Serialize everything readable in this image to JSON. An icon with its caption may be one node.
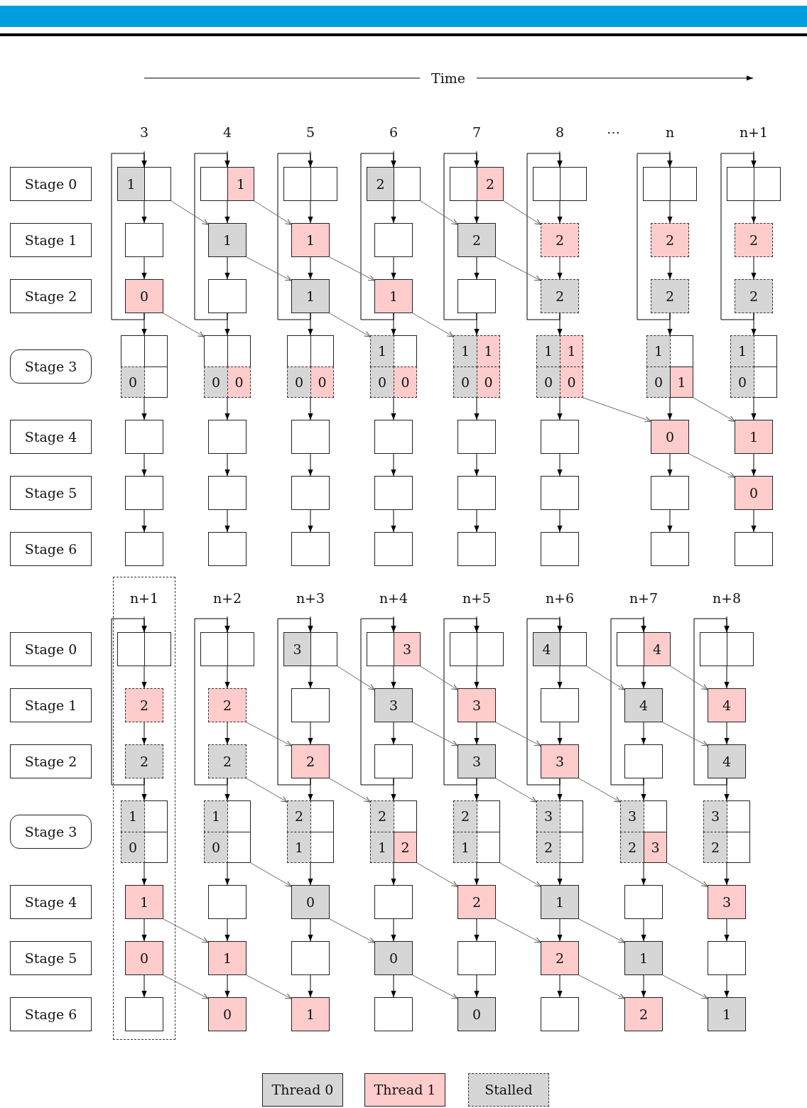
{
  "diagram": {
    "nodes": [
      {
        "text": [
          "Stage 0"
        ]
      },
      {
        "text": [
          "Stage 1"
        ]
      },
      {
        "text": [
          "Stage 2"
        ]
      },
      {
        "text": [
          "Stage 3"
        ]
      },
      {
        "text": [
          "Stage 4"
        ]
      },
      {
        "text": [
          "Stage 5"
        ]
      },
      {
        "text": [
          "Stage 6"
        ]
      },
      {
        "text": [],
        "shape": "box"
      },
      {
        "text": [
          "1"
        ],
        "in": 7
      },
      {
        "text": [],
        "shape": "box"
      },
      {
        "text": [
          "0"
        ]
      },
      {
        "text": [],
        "shape": "box"
      },
      {
        "text": [
          "0"
        ],
        "in": 11
      },
      {
        "text": [],
        "shape": "box"
      },
      {
        "text": [],
        "shape": "box"
      },
      {
        "text": [],
        "shape": "box"
      },
      {
        "text": [],
        "shape": "box"
      },
      {
        "text": [
          "1"
        ],
        "in": 16
      },
      {
        "text": [
          "1"
        ]
      },
      {
        "text": [],
        "shape": "box"
      },
      {
        "text": [],
        "shape": "box"
      },
      {
        "text": [
          "0"
        ],
        "in": 20
      },
      {
        "text": [
          "0"
        ],
        "in": 20
      },
      {
        "text": [],
        "shape": "box"
      },
      {
        "text": [],
        "shape": "box"
      },
      {
        "text": [],
        "shape": "box"
      },
      {
        "text": [],
        "shape": "box"
      },
      {
        "text": [
          "1"
        ]
      },
      {
        "text": [
          "1"
        ]
      },
      {
        "text": [],
        "shape": "box"
      },
      {
        "text": [
          "0"
        ],
        "in": 29
      },
      {
        "text": [
          "0"
        ],
        "in": 29
      },
      {
        "text": [],
        "shape": "box"
      },
      {
        "text": [],
        "shape": "box"
      },
      {
        "text": [],
        "shape": "box"
      },
      {
        "text": [],
        "shape": "box"
      },
      {
        "text": [
          "2"
        ],
        "in": 35
      },
      {
        "text": [],
        "shape": "box"
      },
      {
        "text": [
          "1"
        ]
      },
      {
        "text": [],
        "shape": "box"
      },
      {
        "text": [
          "1"
        ],
        "in": 39
      },
      {
        "text": [
          "0"
        ],
        "in": 39
      },
      {
        "text": [
          "0"
        ],
        "in": 39
      },
      {
        "text": [],
        "shape": "box"
      },
      {
        "text": [],
        "shape": "box"
      },
      {
        "text": [],
        "shape": "box"
      },
      {
        "text": [],
        "shape": "box"
      },
      {
        "text": [
          "2"
        ],
        "in": 46
      },
      {
        "text": [
          "2"
        ]
      },
      {
        "text": [],
        "shape": "box"
      },
      {
        "text": [],
        "shape": "box"
      },
      {
        "text": [
          "1"
        ],
        "in": 50
      },
      {
        "text": [
          "1"
        ],
        "in": 50
      },
      {
        "text": [
          "0"
        ],
        "in": 50
      },
      {
        "text": [
          "0"
        ],
        "in": 50
      },
      {
        "text": [],
        "shape": "box"
      },
      {
        "text": [],
        "shape": "box"
      },
      {
        "text": [],
        "shape": "box"
      },
      {
        "text": [],
        "shape": "box"
      },
      {
        "text": [
          "2"
        ]
      },
      {
        "text": [
          "2"
        ]
      },
      {
        "text": [],
        "shape": "box"
      },
      {
        "text": [
          "1"
        ],
        "in": 61
      },
      {
        "text": [
          "1"
        ],
        "in": 61
      },
      {
        "text": [
          "0"
        ],
        "in": 61
      },
      {
        "text": [
          "0"
        ],
        "in": 61
      },
      {
        "text": [],
        "shape": "box"
      },
      {
        "text": [],
        "shape": "box"
      },
      {
        "text": [],
        "shape": "box"
      },
      {
        "text": [],
        "shape": "box"
      },
      {
        "text": [
          "2"
        ]
      },
      {
        "text": [
          "2"
        ]
      },
      {
        "text": [],
        "shape": "box"
      },
      {
        "text": [
          "1"
        ],
        "in": 72
      },
      {
        "text": [
          "0"
        ],
        "in": 72
      },
      {
        "text": [
          "1"
        ],
        "in": 72
      },
      {
        "text": [
          "0"
        ]
      },
      {
        "text": [],
        "shape": "box"
      },
      {
        "text": [],
        "shape": "box"
      },
      {
        "text": [],
        "shape": "box"
      },
      {
        "text": [
          "2"
        ]
      },
      {
        "text": [
          "2"
        ]
      },
      {
        "text": [],
        "shape": "box"
      },
      {
        "text": [
          "1"
        ],
        "in": 82
      },
      {
        "text": [
          "0"
        ],
        "in": 82
      },
      {
        "text": [
          "1"
        ]
      },
      {
        "text": [
          "0"
        ]
      },
      {
        "text": [],
        "shape": "box"
      },
      {
        "text": [
          "Stage 0"
        ]
      },
      {
        "text": [
          "Stage 1"
        ]
      },
      {
        "text": [
          "Stage 2"
        ]
      },
      {
        "text": [
          "Stage 3"
        ]
      },
      {
        "text": [
          "Stage 4"
        ]
      },
      {
        "text": [
          "Stage 5"
        ]
      },
      {
        "text": [
          "Stage 6"
        ]
      },
      {
        "text": [
          "n+1"
        ]
      },
      {
        "text": [],
        "shape": "box",
        "in": 95
      },
      {
        "text": [
          "2"
        ],
        "in": 95
      },
      {
        "text": [
          "2"
        ],
        "in": 95
      },
      {
        "text": [],
        "shape": "box",
        "in": 95
      },
      {
        "text": [
          "1"
        ],
        "in": 99
      },
      {
        "text": [
          "0"
        ],
        "in": 99
      },
      {
        "text": [
          "1"
        ],
        "in": 95
      },
      {
        "text": [
          "0"
        ],
        "in": 95
      },
      {
        "text": [],
        "shape": "box",
        "in": 95
      },
      {
        "text": [],
        "shape": "box"
      },
      {
        "text": [
          "2"
        ]
      },
      {
        "text": [
          "2"
        ]
      },
      {
        "text": [],
        "shape": "box"
      },
      {
        "text": [
          "1"
        ],
        "in": 108
      },
      {
        "text": [
          "0"
        ],
        "in": 108
      },
      {
        "text": [],
        "shape": "box"
      },
      {
        "text": [
          "1"
        ]
      },
      {
        "text": [
          "0"
        ]
      },
      {
        "text": [],
        "shape": "box"
      },
      {
        "text": [
          "3"
        ],
        "in": 114
      },
      {
        "text": [],
        "shape": "box"
      },
      {
        "text": [
          "2"
        ]
      },
      {
        "text": [],
        "shape": "box"
      },
      {
        "text": [
          "2"
        ],
        "in": 118
      },
      {
        "text": [
          "1"
        ],
        "in": 118
      },
      {
        "text": [
          "0"
        ]
      },
      {
        "text": [],
        "shape": "box"
      },
      {
        "text": [
          "1"
        ]
      },
      {
        "text": [],
        "shape": "box"
      },
      {
        "text": [
          "3"
        ],
        "in": 124
      },
      {
        "text": [
          "3"
        ]
      },
      {
        "text": [],
        "shape": "box"
      },
      {
        "text": [],
        "shape": "box"
      },
      {
        "text": [
          "2"
        ],
        "in": 128
      },
      {
        "text": [
          "1"
        ],
        "in": 128
      },
      {
        "text": [
          "2"
        ],
        "in": 128
      },
      {
        "text": [],
        "shape": "box"
      },
      {
        "text": [
          "0"
        ]
      },
      {
        "text": [],
        "shape": "box"
      },
      {
        "text": [],
        "shape": "box"
      },
      {
        "text": [
          "3"
        ]
      },
      {
        "text": [
          "3"
        ]
      },
      {
        "text": [],
        "shape": "box"
      },
      {
        "text": [
          "2"
        ],
        "in": 138
      },
      {
        "text": [
          "1"
        ],
        "in": 138
      },
      {
        "text": [
          "2"
        ]
      },
      {
        "text": [],
        "shape": "box"
      },
      {
        "text": [
          "0"
        ]
      },
      {
        "text": [],
        "shape": "box"
      },
      {
        "text": [
          "4"
        ],
        "in": 144
      },
      {
        "text": [],
        "shape": "box"
      },
      {
        "text": [
          "3"
        ]
      },
      {
        "text": [],
        "shape": "box"
      },
      {
        "text": [
          "3"
        ],
        "in": 148
      },
      {
        "text": [
          "2"
        ],
        "in": 148
      },
      {
        "text": [
          "1"
        ]
      },
      {
        "text": [
          "2"
        ]
      },
      {
        "text": [],
        "shape": "box"
      },
      {
        "text": [],
        "shape": "box"
      },
      {
        "text": [
          "4"
        ],
        "in": 154
      },
      {
        "text": [
          "4"
        ]
      },
      {
        "text": [],
        "shape": "box"
      },
      {
        "text": [],
        "shape": "box"
      },
      {
        "text": [
          "3"
        ],
        "in": 158
      },
      {
        "text": [
          "2"
        ],
        "in": 158
      },
      {
        "text": [
          "3"
        ],
        "in": 158
      },
      {
        "text": [],
        "shape": "box"
      },
      {
        "text": [
          "1"
        ]
      },
      {
        "text": [
          "2"
        ]
      },
      {
        "text": [],
        "shape": "box"
      },
      {
        "text": [
          "4"
        ]
      },
      {
        "text": [
          "4"
        ]
      },
      {
        "text": [],
        "shape": "box"
      },
      {
        "text": [
          "3"
        ],
        "in": 168
      },
      {
        "text": [
          "2"
        ],
        "in": 168
      },
      {
        "text": [
          "3"
        ]
      },
      {
        "text": [],
        "shape": "box"
      },
      {
        "text": [
          "1"
        ]
      }
    ],
    "edges": [
      {
        "from": null,
        "to": 7,
        "arrow": "to"
      },
      {
        "from": 7,
        "to": 9,
        "arrow": "to"
      },
      {
        "from": 9,
        "to": 10,
        "arrow": "to"
      },
      {
        "from": 10,
        "to": 11,
        "arrow": "to"
      },
      {
        "from": 11,
        "to": 13,
        "arrow": "to"
      },
      {
        "from": 13,
        "to": 14,
        "arrow": "to"
      },
      {
        "from": 14,
        "to": 15,
        "arrow": "to"
      },
      {
        "from": 10,
        "to": 7,
        "arrow": "to"
      },
      {
        "from": null,
        "to": 16,
        "arrow": "to"
      },
      {
        "from": 16,
        "to": 18,
        "arrow": "to"
      },
      {
        "from": 18,
        "to": 19,
        "arrow": "to"
      },
      {
        "from": 19,
        "to": 20,
        "arrow": "to"
      },
      {
        "from": 20,
        "to": 23,
        "arrow": "to"
      },
      {
        "from": 23,
        "to": 24,
        "arrow": "to"
      },
      {
        "from": 24,
        "to": 25,
        "arrow": "to"
      },
      {
        "from": 19,
        "to": 16,
        "arrow": "to"
      },
      {
        "from": null,
        "to": 26,
        "arrow": "to"
      },
      {
        "from": 26,
        "to": 27,
        "arrow": "to"
      },
      {
        "from": 27,
        "to": 28,
        "arrow": "to"
      },
      {
        "from": 28,
        "to": 29,
        "arrow": "to"
      },
      {
        "from": 29,
        "to": 32,
        "arrow": "to"
      },
      {
        "from": 32,
        "to": 33,
        "arrow": "to"
      },
      {
        "from": 33,
        "to": 34,
        "arrow": "to"
      },
      {
        "from": 28,
        "to": 26,
        "arrow": "to"
      },
      {
        "from": null,
        "to": 35,
        "arrow": "to"
      },
      {
        "from": 35,
        "to": 37,
        "arrow": "to"
      },
      {
        "from": 37,
        "to": 38,
        "arrow": "to"
      },
      {
        "from": 38,
        "to": 39,
        "arrow": "to"
      },
      {
        "from": 39,
        "to": 43,
        "arrow": "to"
      },
      {
        "from": 43,
        "to": 44,
        "arrow": "to"
      },
      {
        "from": 44,
        "to": 45,
        "arrow": "to"
      },
      {
        "from": 38,
        "to": 35,
        "arrow": "to"
      },
      {
        "from": null,
        "to": 46,
        "arrow": "to"
      },
      {
        "from": 46,
        "to": 48,
        "arrow": "to"
      },
      {
        "from": 48,
        "to": 49,
        "arrow": "to"
      },
      {
        "from": 49,
        "to": 50,
        "arrow": "to"
      },
      {
        "from": 50,
        "to": 55,
        "arrow": "to"
      },
      {
        "from": 55,
        "to": 56,
        "arrow": "to"
      },
      {
        "from": 56,
        "to": 57,
        "arrow": "to"
      },
      {
        "from": 49,
        "to": 46,
        "arrow": "to"
      },
      {
        "from": null,
        "to": 58,
        "arrow": "to"
      },
      {
        "from": 58,
        "to": 59,
        "arrow": "to"
      },
      {
        "from": 59,
        "to": 60,
        "arrow": "to"
      },
      {
        "from": 60,
        "to": 61,
        "arrow": "to"
      },
      {
        "from": 61,
        "to": 66,
        "arrow": "to"
      },
      {
        "from": 66,
        "to": 67,
        "arrow": "to"
      },
      {
        "from": 67,
        "to": 68,
        "arrow": "to"
      },
      {
        "from": 60,
        "to": 58,
        "arrow": "to"
      },
      {
        "from": null,
        "to": 69,
        "arrow": "to"
      },
      {
        "from": 69,
        "to": 70,
        "arrow": "to"
      },
      {
        "from": 70,
        "to": 71,
        "arrow": "to"
      },
      {
        "from": 71,
        "to": 72,
        "arrow": "to"
      },
      {
        "from": 72,
        "to": 76,
        "arrow": "to"
      },
      {
        "from": 76,
        "to": 77,
        "arrow": "to"
      },
      {
        "from": 77,
        "to": 78,
        "arrow": "to"
      },
      {
        "from": 71,
        "to": 69,
        "arrow": "to"
      },
      {
        "from": null,
        "to": 79,
        "arrow": "to"
      },
      {
        "from": 79,
        "to": 80,
        "arrow": "to"
      },
      {
        "from": 80,
        "to": 81,
        "arrow": "to"
      },
      {
        "from": 81,
        "to": 82,
        "arrow": "to"
      },
      {
        "from": 82,
        "to": 85,
        "arrow": "to"
      },
      {
        "from": 85,
        "to": 86,
        "arrow": "to"
      },
      {
        "from": 86,
        "to": 87,
        "arrow": "to"
      },
      {
        "from": 81,
        "to": 79,
        "arrow": "to"
      },
      {
        "from": null,
        "to": 96,
        "arrow": "to"
      },
      {
        "from": 96,
        "to": 97,
        "arrow": "to"
      },
      {
        "from": 97,
        "to": 98,
        "arrow": "to"
      },
      {
        "from": 98,
        "to": 99,
        "arrow": "to"
      },
      {
        "from": 99,
        "to": 102,
        "arrow": "to"
      },
      {
        "from": 102,
        "to": 103,
        "arrow": "to"
      },
      {
        "from": 103,
        "to": 104,
        "arrow": "to"
      },
      {
        "from": 98,
        "to": 96,
        "arrow": "to"
      },
      {
        "from": null,
        "to": 105,
        "arrow": "to"
      },
      {
        "from": 105,
        "to": 106,
        "arrow": "to"
      },
      {
        "from": 106,
        "to": 107,
        "arrow": "to"
      },
      {
        "from": 107,
        "to": 108,
        "arrow": "to"
      },
      {
        "from": 108,
        "to": 111,
        "arrow": "to"
      },
      {
        "from": 111,
        "to": 112,
        "arrow": "to"
      },
      {
        "from": 112,
        "to": 113,
        "arrow": "to"
      },
      {
        "from": 107,
        "to": 105,
        "arrow": "to"
      },
      {
        "from": null,
        "to": 114,
        "arrow": "to"
      },
      {
        "from": 114,
        "to": 116,
        "arrow": "to"
      },
      {
        "from": 116,
        "to": 117,
        "arrow": "to"
      },
      {
        "from": 117,
        "to": 118,
        "arrow": "to"
      },
      {
        "from": 118,
        "to": 121,
        "arrow": "to"
      },
      {
        "from": 121,
        "to": 122,
        "arrow": "to"
      },
      {
        "from": 122,
        "to": 123,
        "arrow": "to"
      },
      {
        "from": 117,
        "to": 114,
        "arrow": "to"
      },
      {
        "from": null,
        "to": 124,
        "arrow": "to"
      },
      {
        "from": 124,
        "to": 126,
        "arrow": "to"
      },
      {
        "from": 126,
        "to": 127,
        "arrow": "to"
      },
      {
        "from": 127,
        "to": 128,
        "arrow": "to"
      },
      {
        "from": 128,
        "to": 132,
        "arrow": "to"
      },
      {
        "from": 132,
        "to": 133,
        "arrow": "to"
      },
      {
        "from": 133,
        "to": 134,
        "arrow": "to"
      },
      {
        "from": 127,
        "to": 124,
        "arrow": "to"
      },
      {
        "from": null,
        "to": 135,
        "arrow": "to"
      },
      {
        "from": 135,
        "to": 136,
        "arrow": "to"
      },
      {
        "from": 136,
        "to": 137,
        "arrow": "to"
      },
      {
        "from": 137,
        "to": 138,
        "arrow": "to"
      },
      {
        "from": 138,
        "to": 141,
        "arrow": "to"
      },
      {
        "from": 141,
        "to": 142,
        "arrow": "to"
      },
      {
        "from": 142,
        "to": 143,
        "arrow": "to"
      },
      {
        "from": 137,
        "to": 135,
        "arrow": "to"
      },
      {
        "from": null,
        "to": 144,
        "arrow": "to"
      },
      {
        "from": 144,
        "to": 146,
        "arrow": "to"
      },
      {
        "from": 146,
        "to": 147,
        "arrow": "to"
      },
      {
        "from": 147,
        "to": 148,
        "arrow": "to"
      },
      {
        "from": 148,
        "to": 151,
        "arrow": "to"
      },
      {
        "from": 151,
        "to": 152,
        "arrow": "to"
      },
      {
        "from": 152,
        "to": 153,
        "arrow": "to"
      },
      {
        "from": 147,
        "to": 144,
        "arrow": "to"
      },
      {
        "from": null,
        "to": 154,
        "arrow": "to"
      },
      {
        "from": 154,
        "to": 156,
        "arrow": "to"
      },
      {
        "from": 156,
        "to": 157,
        "arrow": "to"
      },
      {
        "from": 157,
        "to": 158,
        "arrow": "to"
      },
      {
        "from": 158,
        "to": 162,
        "arrow": "to"
      },
      {
        "from": 162,
        "to": 163,
        "arrow": "to"
      },
      {
        "from": 163,
        "to": 164,
        "arrow": "to"
      },
      {
        "from": 157,
        "to": 154,
        "arrow": "to"
      },
      {
        "from": null,
        "to": 165,
        "arrow": "to"
      },
      {
        "from": 165,
        "to": 166,
        "arrow": "to"
      },
      {
        "from": 166,
        "to": 167,
        "arrow": "to"
      },
      {
        "from": 167,
        "to": 168,
        "arrow": "to"
      },
      {
        "from": 168,
        "to": 171,
        "arrow": "to"
      },
      {
        "from": 171,
        "to": 172,
        "arrow": "to"
      },
      {
        "from": 172,
        "to": 173,
        "arrow": "to"
      },
      {
        "from": 167,
        "to": 165,
        "arrow": "to"
      },
      {
        "from": 7,
        "to": 18,
        "arrow": "to",
        "color": "#595959"
      },
      {
        "from": 10,
        "to": 20,
        "arrow": "to",
        "color": "#595959"
      },
      {
        "from": 16,
        "to": 27,
        "arrow": "to",
        "color": "#595959"
      },
      {
        "from": 18,
        "to": 28,
        "arrow": "to",
        "color": "#595959"
      },
      {
        "from": 27,
        "to": 38,
        "arrow": "to",
        "color": "#595959"
      },
      {
        "from": 28,
        "to": 39,
        "arrow": "to",
        "color": "#595959"
      },
      {
        "from": 35,
        "to": 48,
        "arrow": "to",
        "color": "#595959"
      },
      {
        "from": 38,
        "to": 50,
        "arrow": "to",
        "color": "#595959"
      },
      {
        "from": 46,
        "to": 59,
        "arrow": "to",
        "color": "#595959"
      },
      {
        "from": 48,
        "to": 60,
        "arrow": "to",
        "color": "#595959"
      },
      {
        "from": 61,
        "to": 76,
        "arrow": "to",
        "color": "#595959"
      },
      {
        "from": 72,
        "to": 85,
        "arrow": "to",
        "color": "#595959"
      },
      {
        "from": 76,
        "to": 86,
        "arrow": "to",
        "color": "#595959"
      },
      {
        "from": 102,
        "to": 112,
        "arrow": "to",
        "color": "#595959"
      },
      {
        "from": 103,
        "to": 113,
        "arrow": "to",
        "color": "#595959"
      },
      {
        "from": 106,
        "to": 117,
        "arrow": "to",
        "color": "#595959"
      },
      {
        "from": 107,
        "to": 118,
        "arrow": "to",
        "color": "#595959"
      },
      {
        "from": 108,
        "to": 121,
        "arrow": "to",
        "color": "#595959"
      },
      {
        "from": 112,
        "to": 123,
        "arrow": "to",
        "color": "#595959"
      },
      {
        "from": 114,
        "to": 126,
        "arrow": "to",
        "color": "#595959"
      },
      {
        "from": 117,
        "to": 128,
        "arrow": "to",
        "color": "#595959"
      },
      {
        "from": 121,
        "to": 133,
        "arrow": "to",
        "color": "#595959"
      },
      {
        "from": 124,
        "to": 136,
        "arrow": "to",
        "color": "#595959"
      },
      {
        "from": 126,
        "to": 137,
        "arrow": "to",
        "color": "#595959"
      },
      {
        "from": 128,
        "to": 141,
        "arrow": "to",
        "color": "#595959"
      },
      {
        "from": 133,
        "to": 143,
        "arrow": "to",
        "color": "#595959"
      },
      {
        "from": 136,
        "to": 147,
        "arrow": "to",
        "color": "#595959"
      },
      {
        "from": 137,
        "to": 148,
        "arrow": "to",
        "color": "#595959"
      },
      {
        "from": 138,
        "to": 151,
        "arrow": "to",
        "color": "#595959"
      },
      {
        "from": 141,
        "to": 152,
        "arrow": "to",
        "color": "#595959"
      },
      {
        "from": 144,
        "to": 156,
        "arrow": "to",
        "color": "#595959"
      },
      {
        "from": 147,
        "to": 158,
        "arrow": "to",
        "color": "#595959"
      },
      {
        "from": 151,
        "to": 163,
        "arrow": "to",
        "color": "#595959"
      },
      {
        "from": 152,
        "to": 164,
        "arrow": "to",
        "color": "#595959"
      },
      {
        "from": 154,
        "to": 166,
        "arrow": "to",
        "color": "#595959"
      },
      {
        "from": 156,
        "to": 167,
        "arrow": "to",
        "color": "#595959"
      },
      {
        "from": 158,
        "to": 171,
        "arrow": "to",
        "color": "#595959"
      },
      {
        "from": 163,
        "to": 173,
        "arrow": "to",
        "color": "#595959"
      }
    ],
    "labels": [
      "Time",
      "3",
      "4",
      "5",
      "6",
      "7",
      "8",
      "⋯",
      "n",
      "n+1",
      "n+2",
      "n+3",
      "n+4",
      "n+5",
      "n+6",
      "n+7",
      "n+8"
    ],
    "legend": [
      {
        "text": "Thread 0",
        "color": "#d6d6d6"
      },
      {
        "text": "Thread 1",
        "color": "#ffcccc"
      },
      {
        "text": "Stalled"
      }
    ]
  }
}
